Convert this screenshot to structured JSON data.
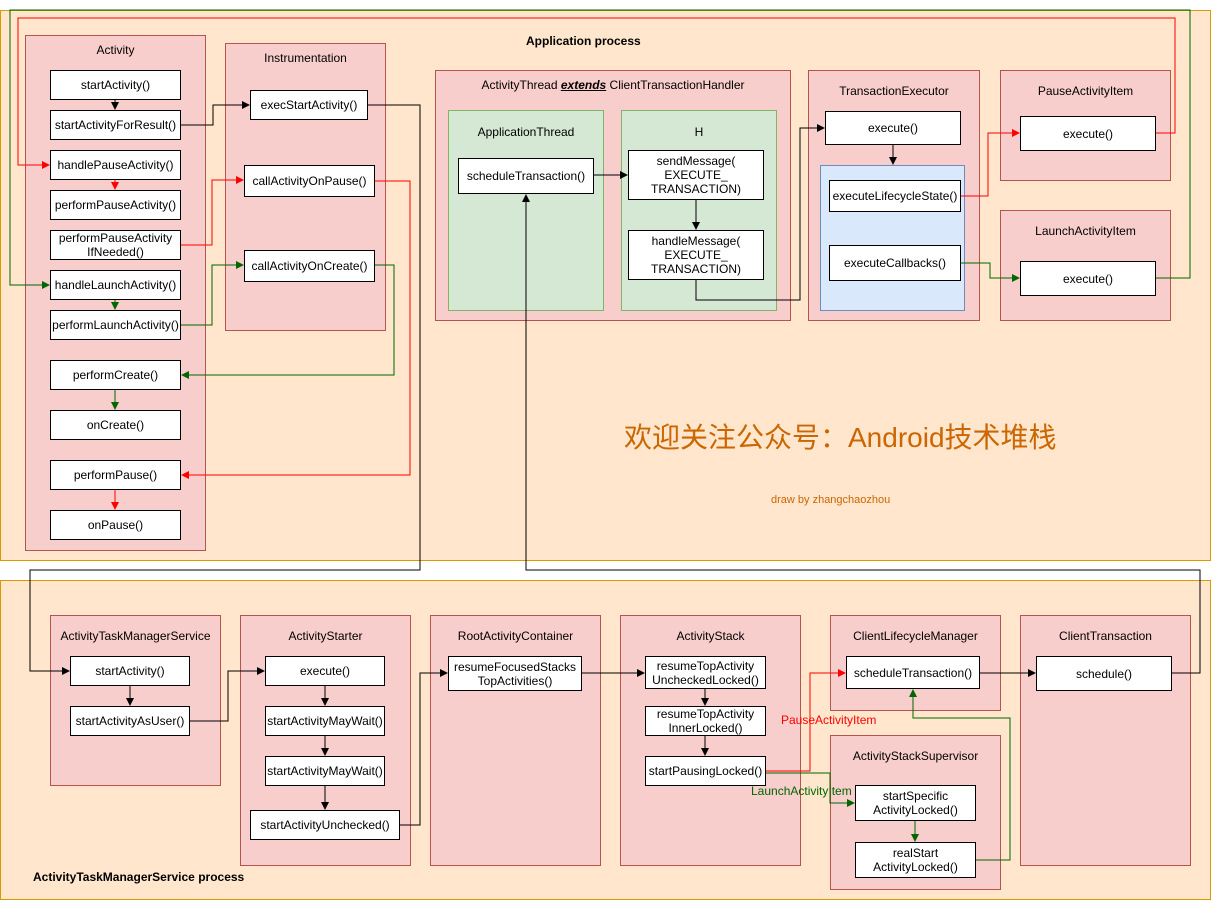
{
  "processes": {
    "app": "Application process",
    "atms": "ActivityTaskManagerService process"
  },
  "groups": {
    "activity": "Activity",
    "instrumentation": "Instrumentation",
    "activityThread_pre": "ActivityThread ",
    "activityThread_ext": "extends",
    "activityThread_post": " ClientTransactionHandler",
    "applicationThread": "ApplicationThread",
    "h": "H",
    "transactionExecutor": "TransactionExecutor",
    "pauseActivityItem": "PauseActivityItem",
    "launchActivityItem": "LaunchActivityItem",
    "atmsService": "ActivityTaskManagerService",
    "activityStarter": "ActivityStarter",
    "rootActivityContainer": "RootActivityContainer",
    "activityStack": "ActivityStack",
    "clientLifecycleManager": "ClientLifecycleManager",
    "clientTransaction": "ClientTransaction",
    "activityStackSupervisor": "ActivityStackSupervisor"
  },
  "nodes": {
    "act_startActivity": "startActivity()",
    "act_startActivityForResult": "startActivityForResult()",
    "act_handlePauseActivity": "handlePauseActivity()",
    "act_performPauseActivity": "performPauseActivity()",
    "act_performPauseActivityIfNeeded": "performPauseActivity\nIfNeeded()",
    "act_handleLaunchActivity": "handleLaunchActivity()",
    "act_performLaunchActivity": "performLaunchActivity()",
    "act_performCreate": "performCreate()",
    "act_onCreate": "onCreate()",
    "act_performPause": "performPause()",
    "act_onPause": "onPause()",
    "ins_execStartActivity": "execStartActivity()",
    "ins_callActivityOnPause": "callActivityOnPause()",
    "ins_callActivityOnCreate": "callActivityOnCreate()",
    "at_scheduleTransaction": "scheduleTransaction()",
    "h_sendMessage": "sendMessage(\nEXECUTE_\nTRANSACTION)",
    "h_handleMessage": "handleMessage(\nEXECUTE_\nTRANSACTION)",
    "te_execute": "execute()",
    "te_executeLifecycleState": "executeLifecycleState()",
    "te_executeCallbacks": "executeCallbacks()",
    "pai_execute": "execute()",
    "lai_execute": "execute()",
    "atms_startActivity": "startActivity()",
    "atms_startActivityAsUser": "startActivityAsUser()",
    "as_execute": "execute()",
    "as_startActivityMayWait1": "startActivityMayWait()",
    "as_startActivityMayWait2": "startActivityMayWait()",
    "as_startActivityUnchecked": "startActivityUnchecked()",
    "rac_resumeFocusedStacksTopActivities": "resumeFocusedStacks\nTopActivities()",
    "ast_resumeTopActivityUncheckedLocked": "resumeTopActivity\nUncheckedLocked()",
    "ast_resumeTopActivityInnerLocked": "resumeTopActivity\nInnerLocked()",
    "ast_startPausingLocked": "startPausingLocked()",
    "clm_scheduleTransaction": "scheduleTransaction()",
    "ct_schedule": "schedule()",
    "ass_startSpecificActivityLocked": "startSpecific\nActivityLocked()",
    "ass_realStartActivityLocked": "realStart\nActivityLocked()"
  },
  "labels": {
    "pauseActivityItem": "PauseActivityItem",
    "launchActivityItem": "LaunchActivityItem",
    "watermark": "欢迎关注公众号：Android技术堆栈",
    "author": "draw by  zhangchaozhou"
  },
  "colors": {
    "black": "#000000",
    "red": "#ff0000",
    "green": "#006600",
    "watermark": "#cc6600"
  }
}
